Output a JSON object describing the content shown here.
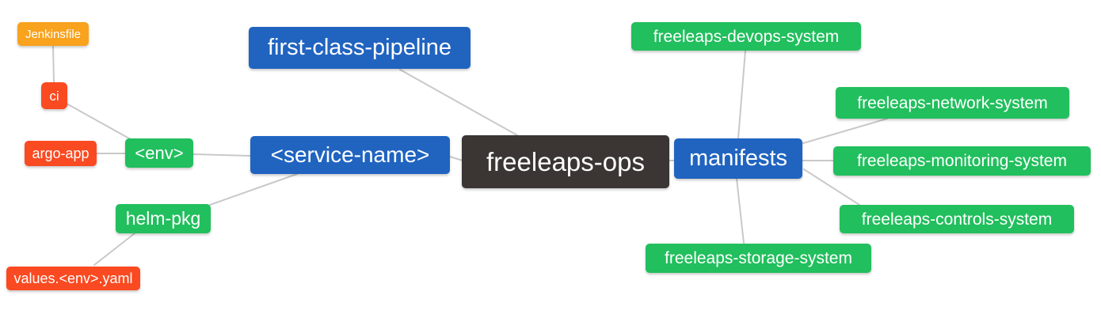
{
  "colors": {
    "blue": "#2064C0",
    "green": "#21BF5D",
    "orange": "#F9A21D",
    "red": "#FA4A21",
    "dark": "#3B3633",
    "line": "#C9C9C9",
    "text": "#FFFFFF",
    "background": "#FFFFFF"
  },
  "diagram": {
    "type": "mind-map",
    "nodes": {
      "root": {
        "label": "freeleaps-ops",
        "color": "dark"
      },
      "first_class_pipeline": {
        "label": "first-class-pipeline",
        "color": "blue"
      },
      "service_name": {
        "label": "<service-name>",
        "color": "blue"
      },
      "manifests": {
        "label": "manifests",
        "color": "blue"
      },
      "env": {
        "label": "<env>",
        "color": "green"
      },
      "helm_pkg": {
        "label": "helm-pkg",
        "color": "green"
      },
      "ci": {
        "label": "ci",
        "color": "red"
      },
      "argo_app": {
        "label": "argo-app",
        "color": "red"
      },
      "jenkinsfile": {
        "label": "Jenkinsfile",
        "color": "orange"
      },
      "values_yaml": {
        "label": "values.<env>.yaml",
        "color": "red"
      },
      "devops_system": {
        "label": "freeleaps-devops-system",
        "color": "green"
      },
      "network_system": {
        "label": "freeleaps-network-system",
        "color": "green"
      },
      "monitoring_system": {
        "label": "freeleaps-monitoring-system",
        "color": "green"
      },
      "controls_system": {
        "label": "freeleaps-controls-system",
        "color": "green"
      },
      "storage_system": {
        "label": "freeleaps-storage-system",
        "color": "green"
      }
    },
    "edges": [
      {
        "from": "jenkinsfile",
        "to": "ci"
      },
      {
        "from": "ci",
        "to": "env"
      },
      {
        "from": "argo_app",
        "to": "env"
      },
      {
        "from": "env",
        "to": "service_name"
      },
      {
        "from": "service_name",
        "to": "helm_pkg"
      },
      {
        "from": "helm_pkg",
        "to": "values_yaml"
      },
      {
        "from": "first_class_pipeline",
        "to": "root"
      },
      {
        "from": "service_name",
        "to": "root"
      },
      {
        "from": "root",
        "to": "manifests"
      },
      {
        "from": "manifests",
        "to": "devops_system"
      },
      {
        "from": "manifests",
        "to": "network_system"
      },
      {
        "from": "manifests",
        "to": "monitoring_system"
      },
      {
        "from": "manifests",
        "to": "controls_system"
      },
      {
        "from": "manifests",
        "to": "storage_system"
      }
    ]
  }
}
